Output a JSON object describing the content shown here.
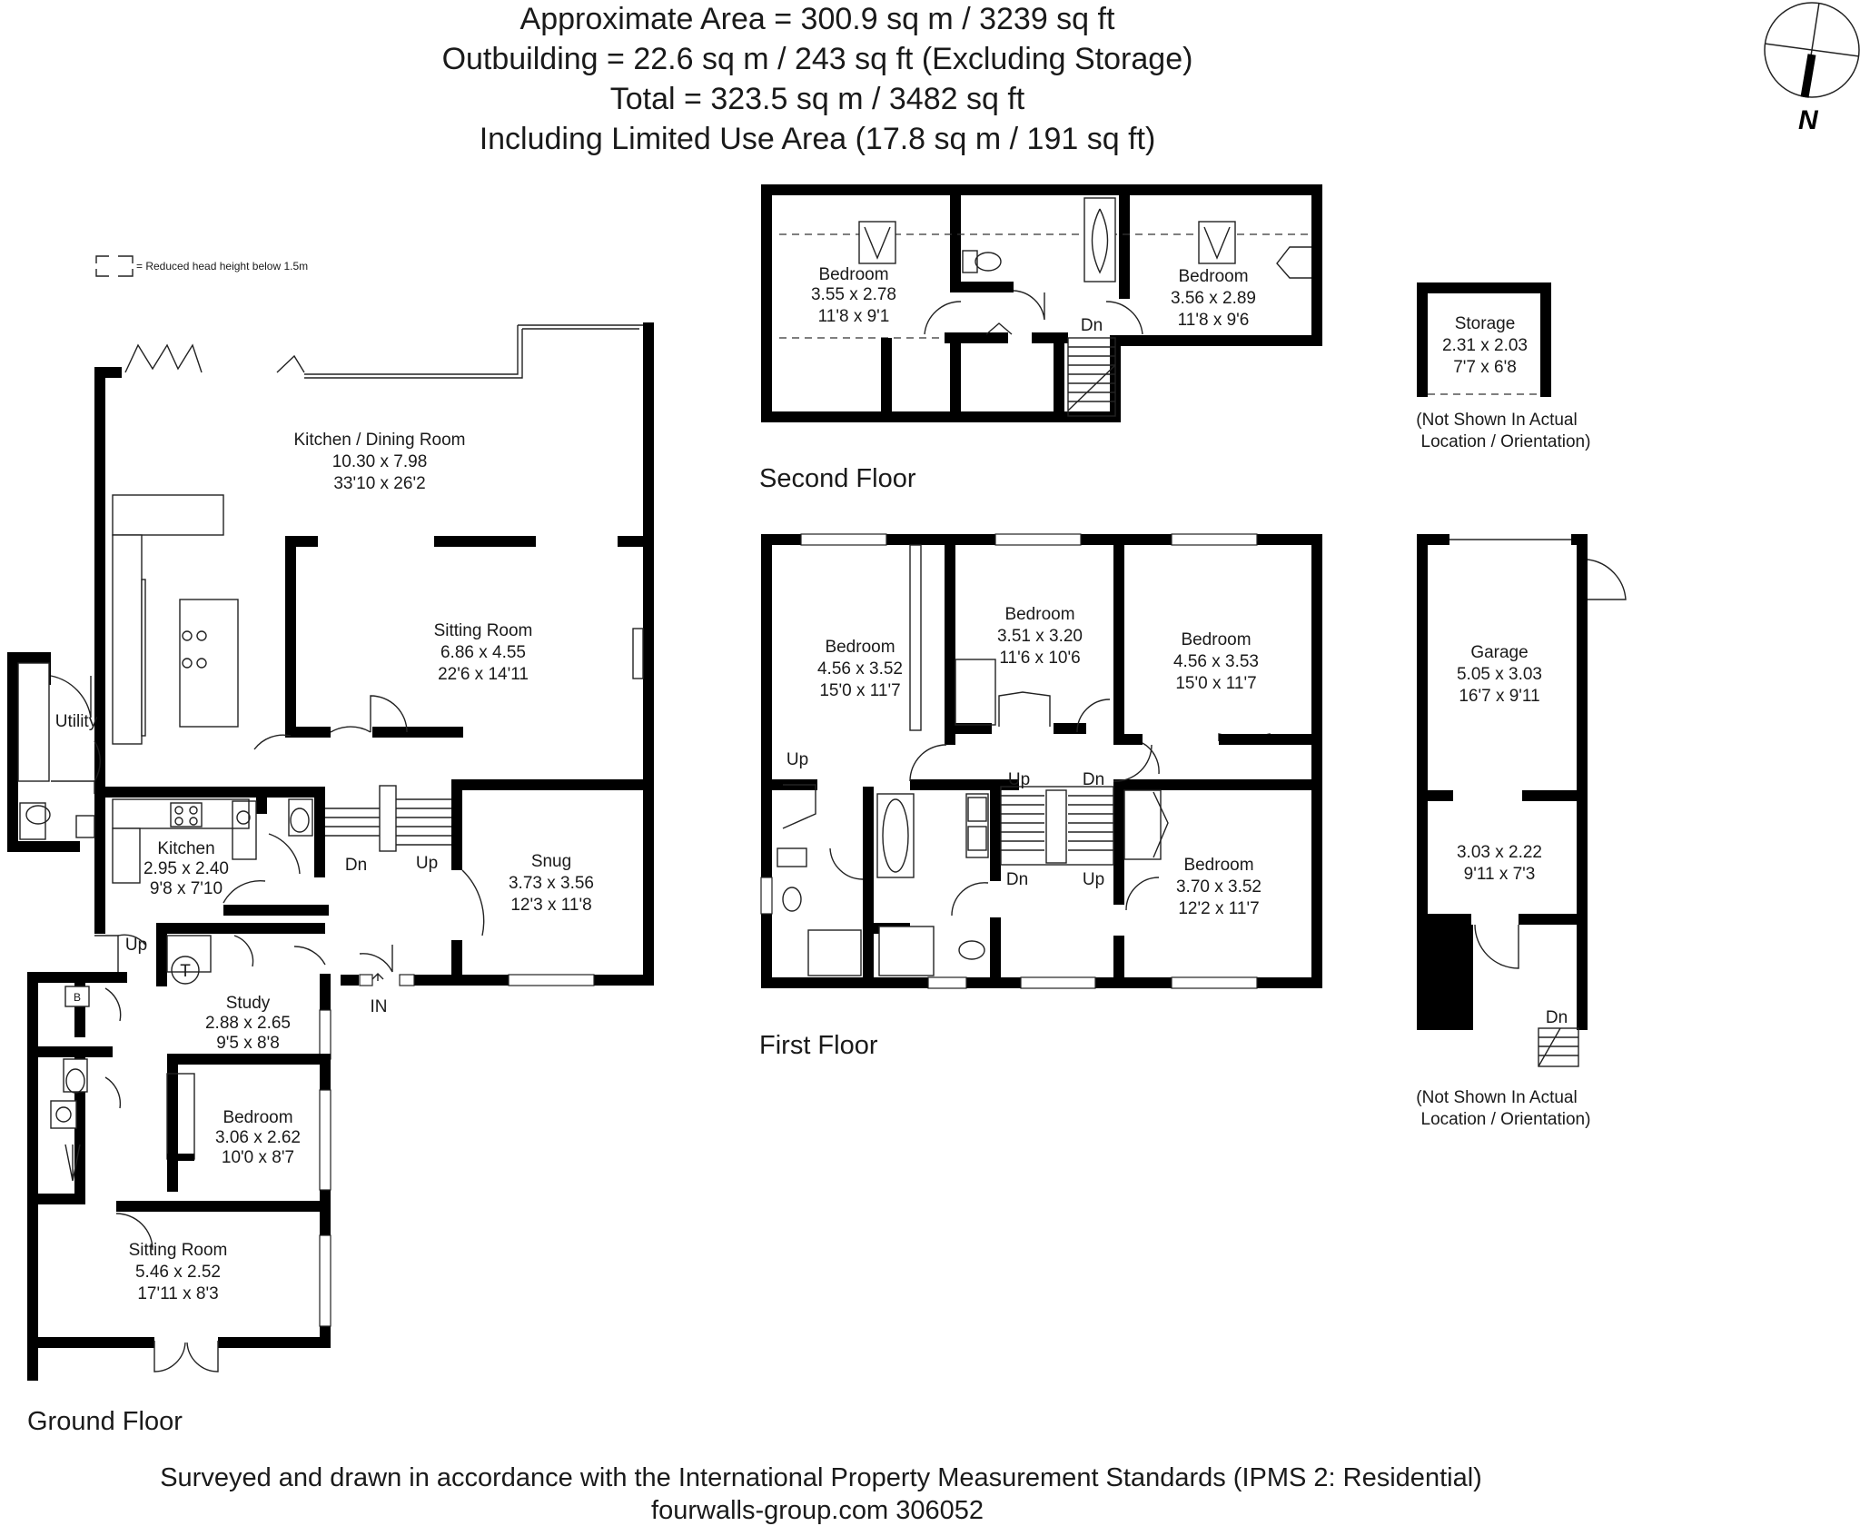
{
  "header": {
    "line1": "Approximate  Area = 300.9 sq m / 3239 sq ft",
    "line2": "Outbuilding = 22.6 sq m / 243 sq ft  (Excluding Storage)",
    "line3": "Total = 323.5 sq m / 3482 sq ft",
    "line4": "Including Limited Use Area (17.8 sq m / 191 sq ft)"
  },
  "compass": {
    "label": "N"
  },
  "legend": {
    "text": "= Reduced head height below 1.5m"
  },
  "floors": {
    "ground": "Ground Floor",
    "first": "First Floor",
    "second": "Second Floor"
  },
  "ground_rooms": {
    "kitchen_dining": {
      "name": "Kitchen / Dining Room",
      "metric": "10.30 x 7.98",
      "imperial": "33'10 x 26'2"
    },
    "sitting_room": {
      "name": "Sitting Room",
      "metric": "6.86 x 4.55",
      "imperial": "22'6 x 14'11"
    },
    "utility": {
      "name": "Utility"
    },
    "kitchen": {
      "name": "Kitchen",
      "metric": "2.95 x 2.40",
      "imperial": "9'8 x 7'10"
    },
    "snug": {
      "name": "Snug",
      "metric": "3.73 x 3.56",
      "imperial": "12'3 x 11'8"
    },
    "study": {
      "name": "Study",
      "metric": "2.88 x 2.65",
      "imperial": "9'5 x 8'8"
    },
    "bedroom": {
      "name": "Bedroom",
      "metric": "3.06 x 2.62",
      "imperial": "10'0 x 8'7"
    },
    "sitting_room_2": {
      "name": "Sitting Room",
      "metric": "5.46 x 2.52",
      "imperial": "17'11 x 8'3"
    }
  },
  "first_rooms": {
    "bedroom_1": {
      "name": "Bedroom",
      "metric": "4.56 x 3.52",
      "imperial": "15'0 x 11'7"
    },
    "bedroom_2": {
      "name": "Bedroom",
      "metric": "3.51 x 3.20",
      "imperial": "11'6 x 10'6"
    },
    "bedroom_3": {
      "name": "Bedroom",
      "metric": "4.56 x 3.53",
      "imperial": "15'0 x 11'7"
    },
    "bedroom_4": {
      "name": "Bedroom",
      "metric": "3.70 x 3.52",
      "imperial": "12'2 x 11'7"
    }
  },
  "second_rooms": {
    "bedroom_1": {
      "name": "Bedroom",
      "metric": "3.55 x 2.78",
      "imperial": "11'8 x 9'1"
    },
    "bedroom_2": {
      "name": "Bedroom",
      "metric": "3.56 x 2.89",
      "imperial": "11'8 x 9'6"
    }
  },
  "outbuildings": {
    "storage": {
      "name": "Storage",
      "metric": "2.31 x 2.03",
      "imperial": "7'7 x 6'8"
    },
    "garage": {
      "name": "Garage",
      "metric": "5.05 x 3.03",
      "imperial": "16'7 x 9'11"
    },
    "garage_room": {
      "metric": "3.03 x 2.22",
      "imperial": "9'11 x 7'3"
    },
    "note_line1": "(Not Shown In Actual",
    "note_line2": "Location / Orientation)"
  },
  "markers": {
    "up": "Up",
    "dn": "Dn",
    "in": "IN",
    "boiler": "B",
    "tank": "T"
  },
  "footer": {
    "line1": "Surveyed and drawn in accordance with the International Property Measurement Standards (IPMS 2: Residential)",
    "line2": "fourwalls-group.com 306052"
  }
}
